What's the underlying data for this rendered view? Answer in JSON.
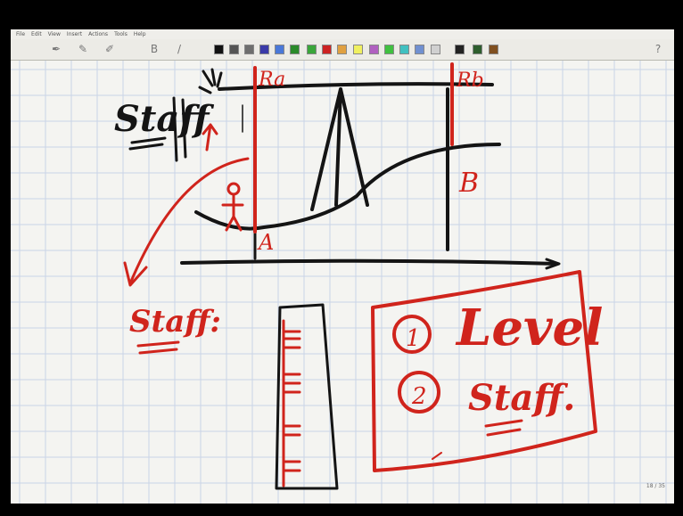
{
  "menu": [
    "File",
    "Edit",
    "View",
    "Insert",
    "Actions",
    "Tools",
    "Help"
  ],
  "tools": [
    {
      "icon": "pen-icon",
      "glyph": "✒"
    },
    {
      "icon": "highlighter-icon",
      "glyph": "✎"
    },
    {
      "icon": "eraser-icon",
      "glyph": "✐"
    },
    {
      "icon": "bold-icon",
      "glyph": "B"
    },
    {
      "icon": "italic-icon",
      "glyph": "/"
    }
  ],
  "palette": [
    "#111111",
    "#555555",
    "#6e6e6e",
    "#3a3aa8",
    "#4a78d8",
    "#2a8a2a",
    "#3aa63a",
    "#cc2222",
    "#e0a040",
    "#f0f060",
    "#b060c0",
    "#40c040",
    "#40c0c0",
    "#7090d0",
    "#d0d0d0",
    "#222222",
    "#2e5e2e",
    "#805020"
  ],
  "help_glyph": "?",
  "page_indicator": "18 / 35",
  "colors": {
    "ink_black": "#141414",
    "ink_red": "#d0241c",
    "grid": "#c9d4e6",
    "paper": "#f4f4f1"
  },
  "annotations": {
    "staff_top": "Staff",
    "ra": "Ra",
    "rb": "Rb",
    "point_a": "A",
    "point_b": "B",
    "staff_left": "Staff:",
    "item1_num": "1",
    "item1_text": "Level",
    "item2_num": "2",
    "item2_text": "Staff."
  }
}
